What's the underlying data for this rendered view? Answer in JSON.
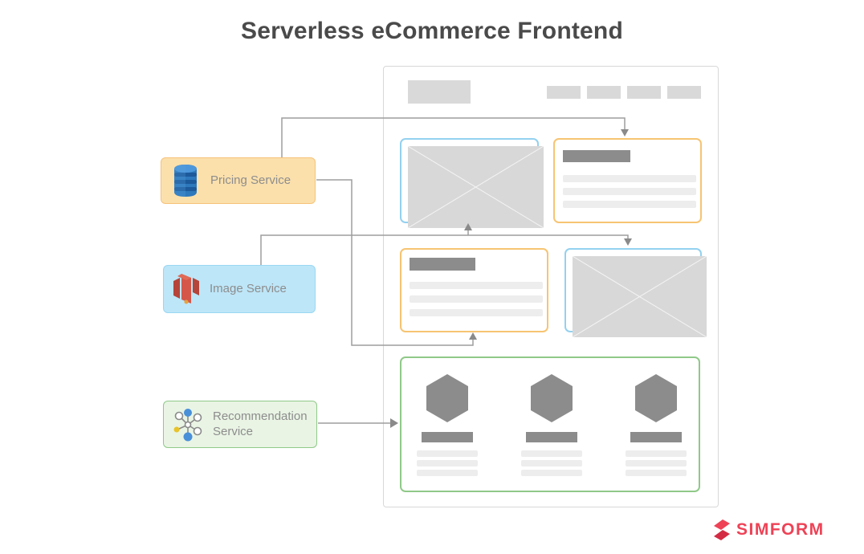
{
  "title": "Serverless eCommerce Frontend",
  "services": [
    {
      "id": "pricing",
      "label": "Pricing Service",
      "icon": "dynamodb-icon",
      "fill": "#FBE0AC",
      "border": "#F6C27A"
    },
    {
      "id": "image",
      "label": "Image Service",
      "icon": "s3-icon",
      "fill": "#BDE6F8",
      "border": "#9BD7F3"
    },
    {
      "id": "recommendation",
      "label": "Recommendation Service",
      "icon": "network-icon",
      "fill": "#E9F4E4",
      "border": "#90C989"
    }
  ],
  "mockup": {
    "nav_item_count": 4,
    "recommendation_column_count": 3,
    "accent_blue": "#93D1F0",
    "accent_orange": "#F7C472",
    "accent_green": "#90C989",
    "placeholder_gray": "#D8D8D8",
    "dark_bar_gray": "#8C8C8C",
    "light_line_gray": "#EDEDED"
  },
  "connections": [
    {
      "from": "pricing",
      "to": "product-info-card-1"
    },
    {
      "from": "pricing",
      "to": "product-info-card-2"
    },
    {
      "from": "image",
      "to": "product-image-card-1"
    },
    {
      "from": "image",
      "to": "product-image-card-2"
    },
    {
      "from": "recommendation",
      "to": "recommendations-section"
    }
  ],
  "connector_color": "#9E9E9E",
  "branding": {
    "logo_text": "SIMFORM",
    "color": "#EE4256"
  }
}
